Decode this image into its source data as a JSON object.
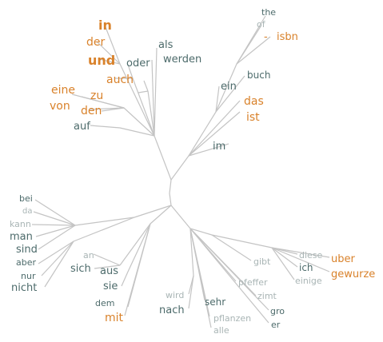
{
  "colors": {
    "edge": "#c4c4c4",
    "teal": "#4d6b6b",
    "orange": "#d9822b",
    "gray": "#a9b5b5",
    "background": "#ffffff"
  },
  "words": [
    {
      "text": "the",
      "style": "teal"
    },
    {
      "text": "of",
      "style": "gray"
    },
    {
      "text": "isbn",
      "style": "orange"
    },
    {
      "text": "-",
      "style": "orange"
    },
    {
      "text": "in",
      "style": "orange"
    },
    {
      "text": "der",
      "style": "orange"
    },
    {
      "text": "und",
      "style": "orange"
    },
    {
      "text": "als",
      "style": "teal"
    },
    {
      "text": "oder",
      "style": "teal"
    },
    {
      "text": "werden",
      "style": "teal"
    },
    {
      "text": "auch",
      "style": "orange"
    },
    {
      "text": "buch",
      "style": "teal"
    },
    {
      "text": "ein",
      "style": "teal"
    },
    {
      "text": "eine",
      "style": "orange"
    },
    {
      "text": "zu",
      "style": "orange"
    },
    {
      "text": "das",
      "style": "orange"
    },
    {
      "text": "von",
      "style": "orange"
    },
    {
      "text": "den",
      "style": "orange"
    },
    {
      "text": "ist",
      "style": "orange"
    },
    {
      "text": "auf",
      "style": "teal"
    },
    {
      "text": "im",
      "style": "teal"
    },
    {
      "text": "bei",
      "style": "teal"
    },
    {
      "text": "da",
      "style": "gray"
    },
    {
      "text": "kann",
      "style": "gray"
    },
    {
      "text": "man",
      "style": "teal"
    },
    {
      "text": "sind",
      "style": "teal"
    },
    {
      "text": "aber",
      "style": "teal"
    },
    {
      "text": "nur",
      "style": "teal"
    },
    {
      "text": "nicht",
      "style": "teal"
    },
    {
      "text": "an",
      "style": "gray"
    },
    {
      "text": "sich",
      "style": "teal"
    },
    {
      "text": "aus",
      "style": "teal"
    },
    {
      "text": "sie",
      "style": "teal"
    },
    {
      "text": "dem",
      "style": "teal"
    },
    {
      "text": "mit",
      "style": "orange"
    },
    {
      "text": "wird",
      "style": "gray"
    },
    {
      "text": "nach",
      "style": "teal"
    },
    {
      "text": "sehr",
      "style": "teal"
    },
    {
      "text": "pflanzen",
      "style": "gray"
    },
    {
      "text": "alle",
      "style": "gray"
    },
    {
      "text": "pfeffer",
      "style": "gray"
    },
    {
      "text": "zimt",
      "style": "gray"
    },
    {
      "text": "gro",
      "style": "teal"
    },
    {
      "text": "er",
      "style": "teal"
    },
    {
      "text": "gibt",
      "style": "gray"
    },
    {
      "text": "diese",
      "style": "gray"
    },
    {
      "text": "ich",
      "style": "teal"
    },
    {
      "text": "einige",
      "style": "gray"
    },
    {
      "text": "uber",
      "style": "orange"
    },
    {
      "text": "gewurze",
      "style": "orange"
    }
  ]
}
